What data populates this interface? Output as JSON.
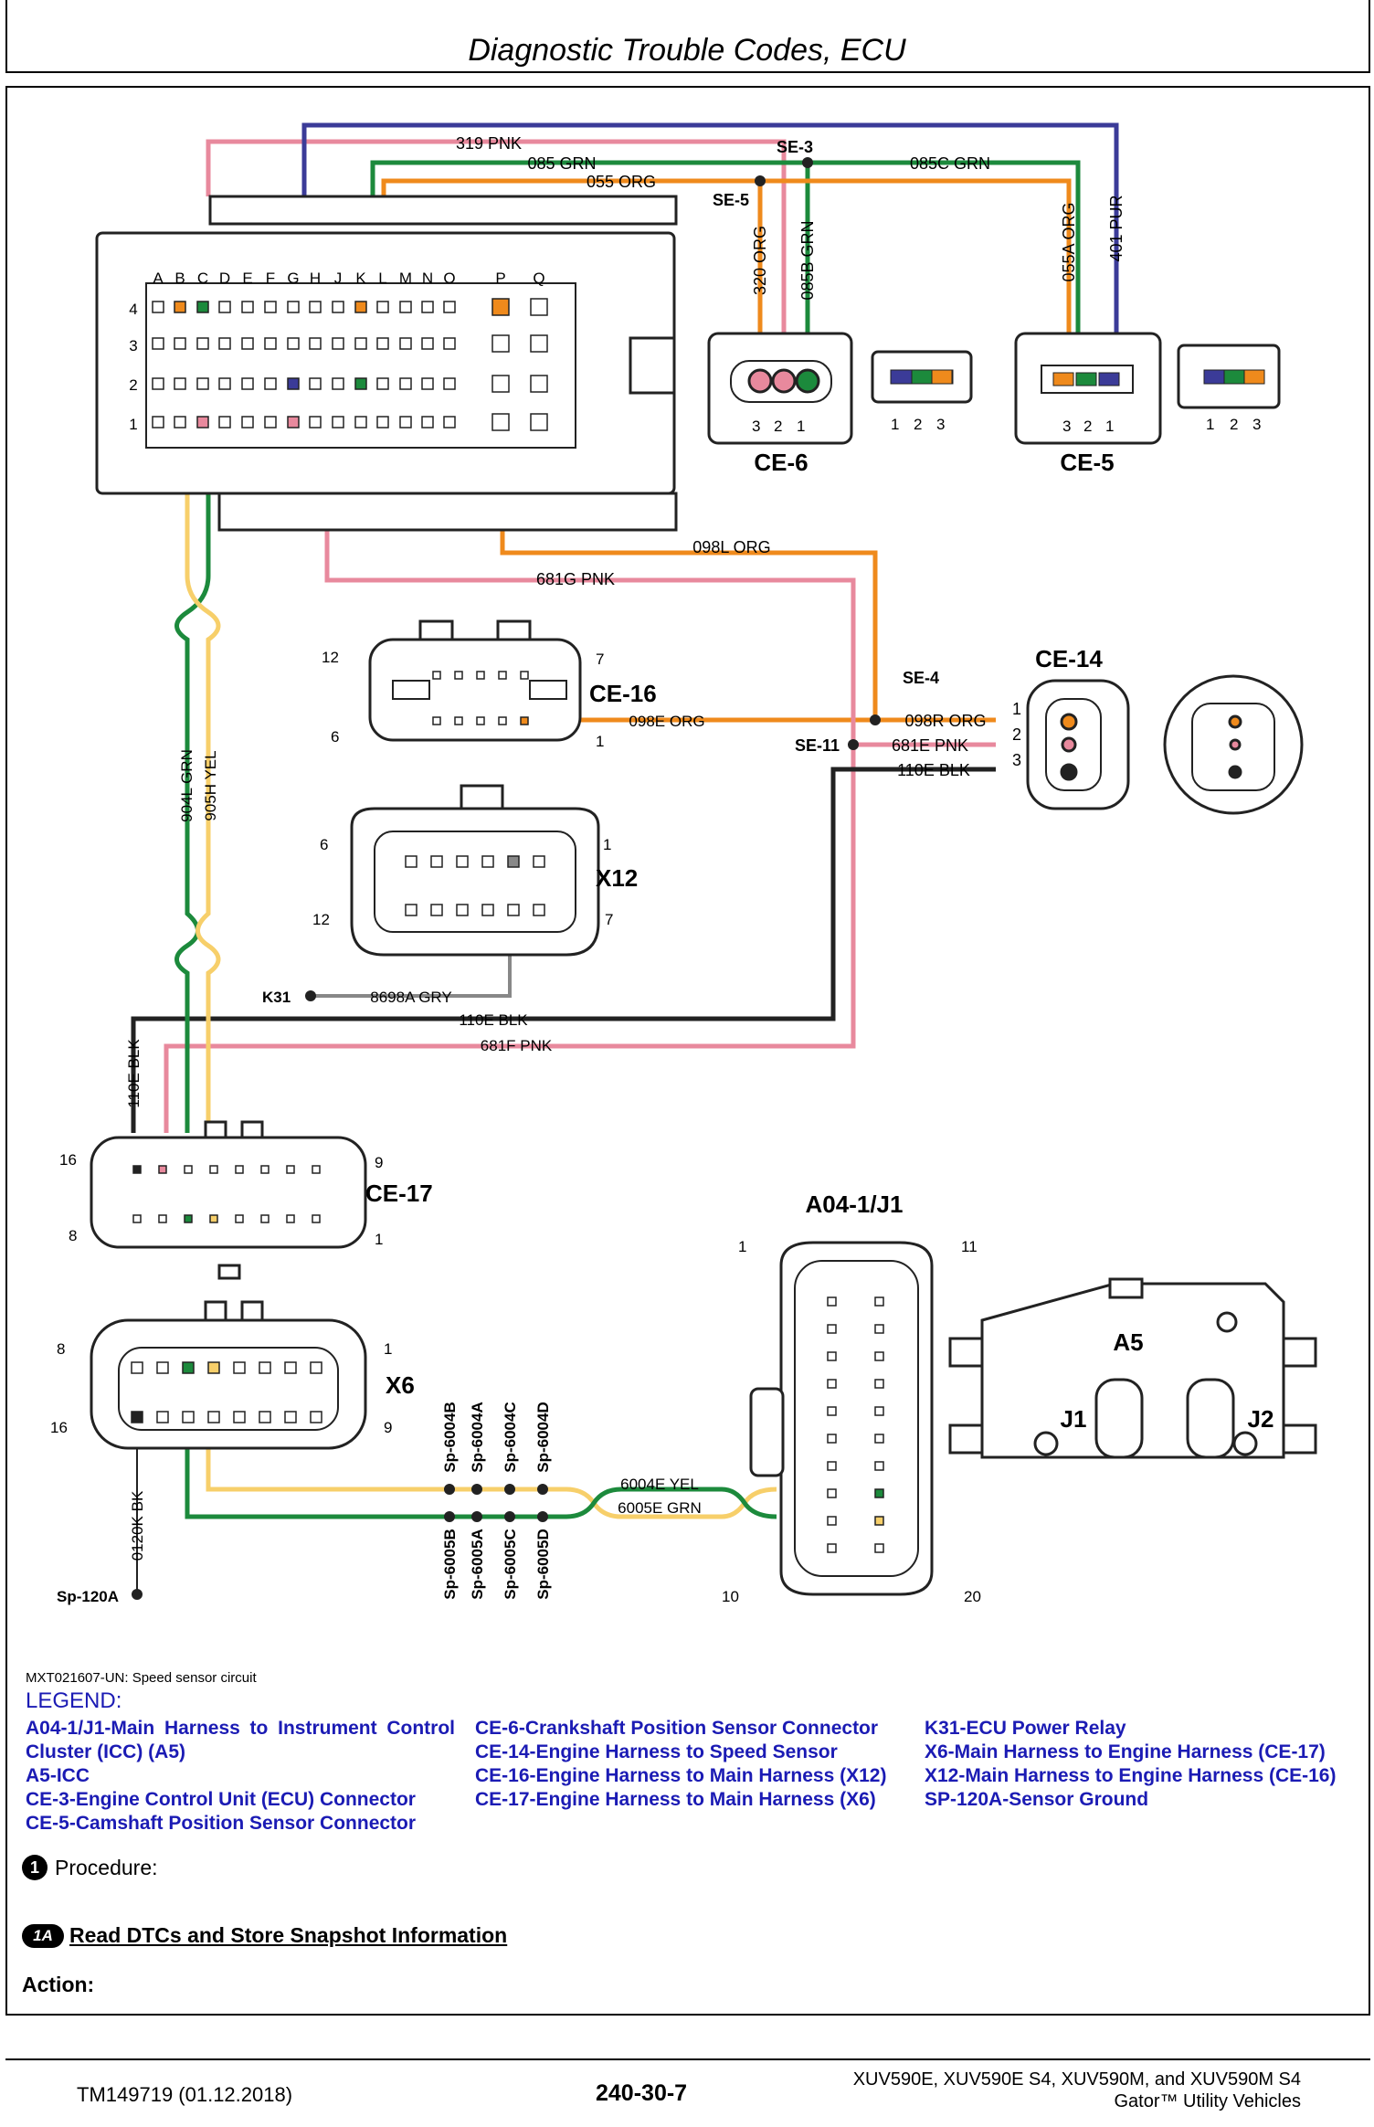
{
  "header": {
    "title": "Diagnostic Trouble Codes, ECU"
  },
  "diagram": {
    "ecu_columns": [
      "A",
      "B",
      "C",
      "D",
      "E",
      "F",
      "G",
      "H",
      "J",
      "K",
      "L",
      "M",
      "N",
      "O",
      "P",
      "Q"
    ],
    "ecu_rows": [
      "4",
      "3",
      "2",
      "1"
    ],
    "wires": {
      "w319": "319 PNK",
      "w085": "085 GRN",
      "w085c": "085C GRN",
      "w055": "055 ORG",
      "w320": "320 ORG",
      "w085b": "085B GRN",
      "w055a": "055A ORG",
      "w401": "401 PUR",
      "w098l": "098L ORG",
      "w681g": "681G PNK",
      "w098e": "098E ORG",
      "w098r": "098R ORG",
      "w681e": "681E PNK",
      "w110e": "110E BLK",
      "w904l": "904L GRN",
      "w905h": "905H YEL",
      "w8698a": "8698A GRY",
      "w110e2": "110E BLK",
      "w681f": "681F PNK",
      "w110ev": "110E BLK",
      "w0120k": "0120K BK",
      "w6004e": "6004E YEL",
      "w6005e": "6005E GRN"
    },
    "splices": {
      "se3": "SE-3",
      "se5": "SE-5",
      "se4": "SE-4",
      "se11": "SE-11",
      "sp6004b": "Sp-6004B",
      "sp6004a": "Sp-6004A",
      "sp6004c": "Sp-6004C",
      "sp6004d": "Sp-6004D",
      "sp6005b": "Sp-6005B",
      "sp6005a": "Sp-6005A",
      "sp6005c": "Sp-6005C",
      "sp6005d": "Sp-6005D",
      "k31": "K31",
      "sp120a": "Sp-120A"
    },
    "connectors": {
      "ce6": "CE-6",
      "ce5": "CE-5",
      "ce14": "CE-14",
      "ce16": "CE-16",
      "x12": "X12",
      "ce17": "CE-17",
      "x6": "X6",
      "a041": "A04-1/J1",
      "a5": "A5",
      "j1": "J1",
      "j2": "J2"
    },
    "pins": {
      "p321a": "3",
      "p321b": "2",
      "p321c": "1",
      "p123a": "1",
      "p123b": "2",
      "p123c": "3",
      "ce16_12": "12",
      "ce16_7": "7",
      "ce16_6": "6",
      "ce16_1": "1",
      "x12_6": "6",
      "x12_1": "1",
      "x12_12": "12",
      "x12_7": "7",
      "ce14_1": "1",
      "ce14_2": "2",
      "ce14_3": "3",
      "ce17_16": "16",
      "ce17_9": "9",
      "ce17_8": "8",
      "ce17_1": "1",
      "x6_8": "8",
      "x6_1": "1",
      "x6_16": "16",
      "x6_9": "9",
      "a04_1": "1",
      "a04_11": "11",
      "a04_10": "10",
      "a04_20": "20"
    },
    "colors": {
      "pink": "#e8899d",
      "green": "#1c8a3c",
      "orange": "#ef8a1c",
      "purple": "#3b3b98",
      "yellow": "#f7cf6a",
      "gray": "#888888",
      "black": "#222222"
    }
  },
  "caption": "MXT021607-UN: Speed sensor circuit",
  "legend": {
    "title": "LEGEND:",
    "col1": [
      "A04-1/J1-Main Harness to Instrument Control Cluster (ICC) (A5)",
      "A5-ICC",
      "CE-3-Engine Control Unit (ECU) Connector",
      "CE-5-Camshaft Position Sensor Connector"
    ],
    "col2": [
      "CE-6-Crankshaft Position Sensor Connector",
      "CE-14-Engine Harness to Speed Sensor",
      "CE-16-Engine Harness to Main Harness (X12)",
      "CE-17-Engine Harness to Main Harness (X6)"
    ],
    "col3": [
      "K31-ECU Power Relay",
      "X6-Main Harness to Engine Harness (CE-17)",
      "X12-Main Harness to Engine Harness (CE-16)",
      "SP-120A-Sensor Ground"
    ]
  },
  "procedure": {
    "badge": "1",
    "label": "Procedure:"
  },
  "step": {
    "badge": "1A",
    "label": "Read DTCs and Store Snapshot Information"
  },
  "action": "Action:",
  "footer": {
    "doc": "TM149719 (01.12.2018)",
    "page": "240-30-7",
    "models": "XUV590E, XUV590E S4, XUV590M, and XUV590M S4",
    "product": "Gator™ Utility Vehicles"
  }
}
